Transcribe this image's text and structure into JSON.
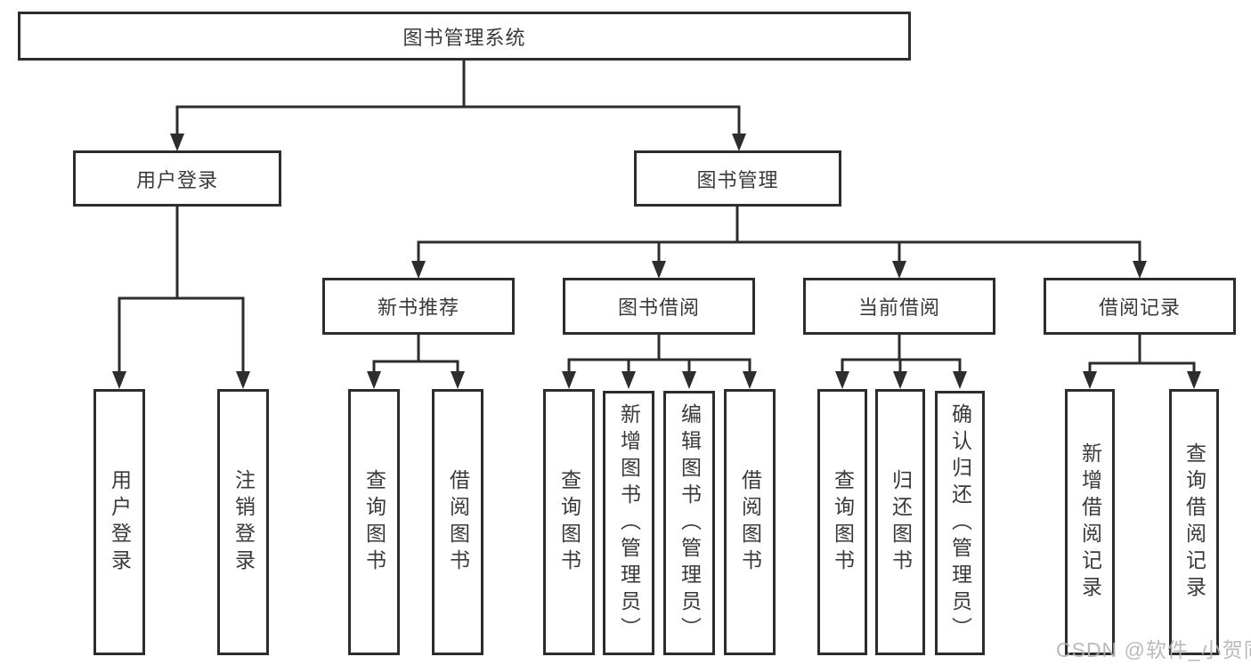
{
  "diagram": {
    "title_node": {
      "label": "图书管理系统"
    },
    "level2": [
      {
        "label": "用户登录"
      },
      {
        "label": "图书管理"
      }
    ],
    "level3": [
      {
        "label": "新书推荐"
      },
      {
        "label": "图书借阅"
      },
      {
        "label": "当前借阅"
      },
      {
        "label": "借阅记录"
      }
    ],
    "leaves": {
      "user_login": [
        {
          "label": "用户登录"
        },
        {
          "label": "注销登录"
        }
      ],
      "new_book": [
        {
          "label": "查询图书"
        },
        {
          "label": "借阅图书"
        }
      ],
      "book_borrow": [
        {
          "label": "查询图书"
        },
        {
          "label": "新增图书（管理员）"
        },
        {
          "label": "编辑图书（管理员）"
        },
        {
          "label": "借阅图书"
        }
      ],
      "current_borrow": [
        {
          "label": "查询图书"
        },
        {
          "label": "归还图书"
        },
        {
          "label": "确认归还（管理员）"
        }
      ],
      "borrow_record": [
        {
          "label": "新增借阅记录"
        },
        {
          "label": "查询借阅记录"
        }
      ]
    },
    "colors": {
      "line": "#2d2d2d",
      "text": "#3a3a3a",
      "background": "#ffffff",
      "watermark": "#b3b3b3"
    }
  },
  "watermark": {
    "text": "CSDN @软件_小贺同学"
  }
}
